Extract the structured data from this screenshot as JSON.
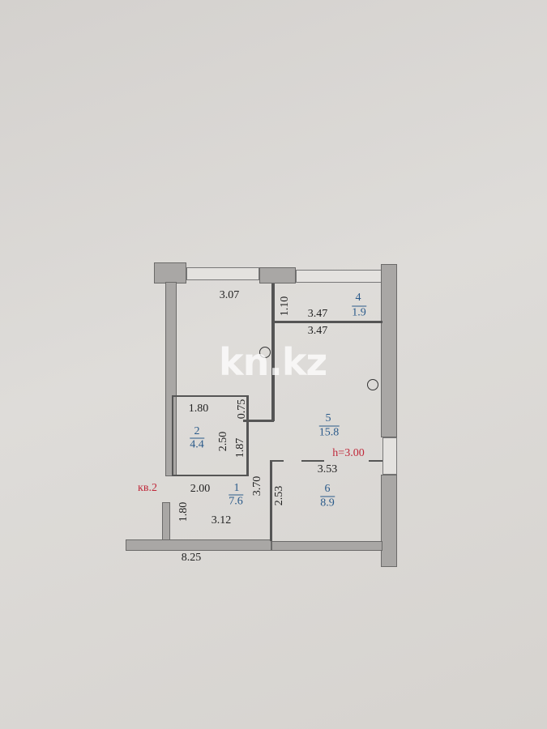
{
  "watermark": "kn.kz",
  "apartment_label": "кв.2",
  "ceiling_height": "h=3.00",
  "rooms": [
    {
      "number": "1",
      "area": "7.6"
    },
    {
      "number": "2",
      "area": "4.4"
    },
    {
      "number": "4",
      "area": "1.9"
    },
    {
      "number": "5",
      "area": "15.8"
    },
    {
      "number": "6",
      "area": "8.9"
    }
  ],
  "dimensions": {
    "d307": "3.07",
    "d110": "1.10",
    "d347a": "3.47",
    "d347b": "3.47",
    "d180a": "1.80",
    "d075": "0.75",
    "d250": "2.50",
    "d187": "1.87",
    "d353": "3.53",
    "d200": "2.00",
    "d370": "3.70",
    "d253": "2.53",
    "d180b": "1.80",
    "d312": "3.12",
    "d825": "8.25"
  },
  "colors": {
    "room_labels": "#2a5a8a",
    "annotations": "#c0283a",
    "walls": "#a9a7a5"
  }
}
